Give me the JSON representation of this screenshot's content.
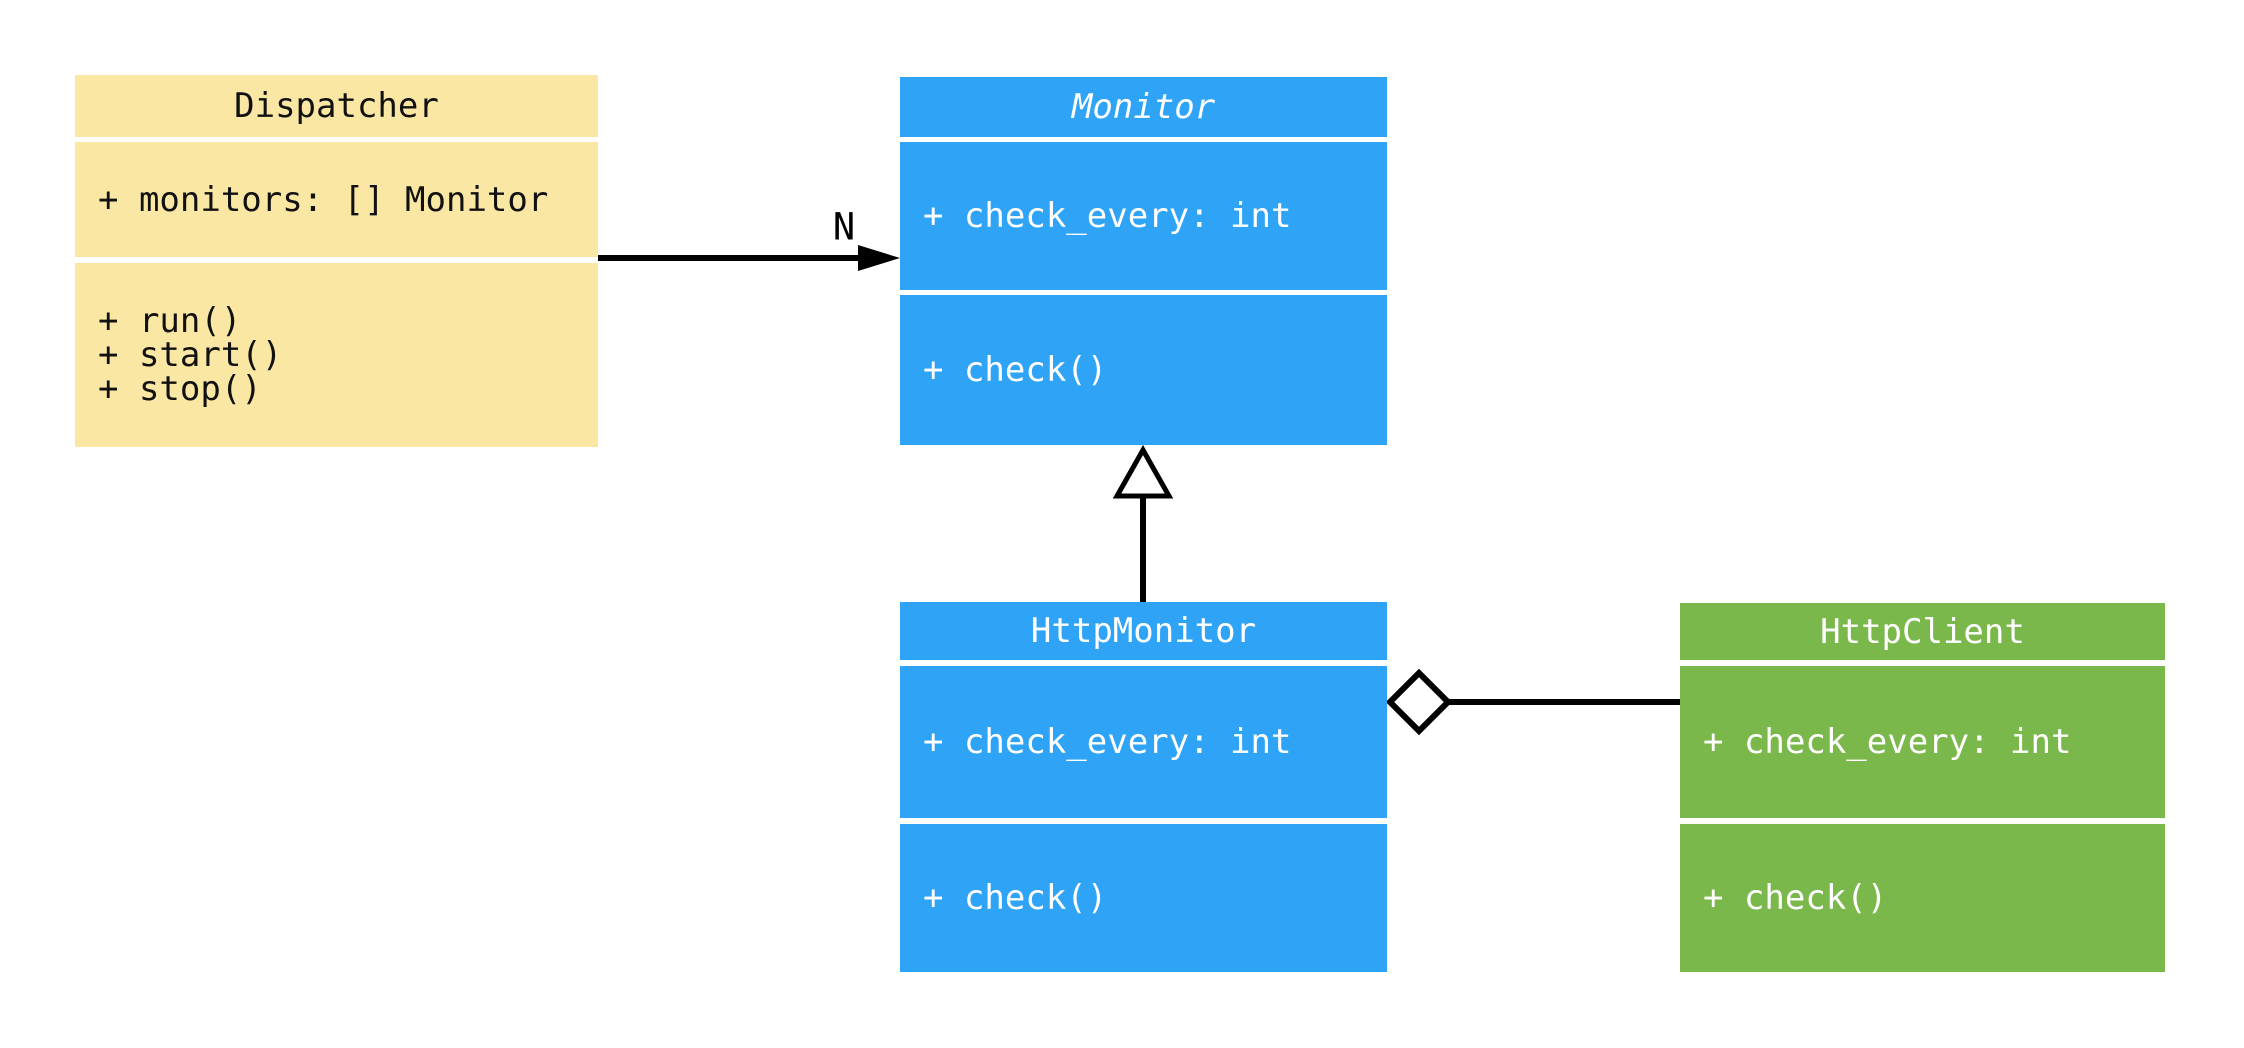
{
  "diagram": {
    "type": "uml-class-diagram",
    "background_color": "#ffffff",
    "edge_color": "#000000",
    "classes": [
      {
        "name": "Dispatcher",
        "abstract": false,
        "fill_color": "#FAE7A3",
        "text_color": "#111111",
        "attributes": [
          "+ monitors: [] Monitor"
        ],
        "methods": [
          "+ run()",
          "+ start()",
          "+ stop()"
        ]
      },
      {
        "name": "Monitor",
        "abstract": true,
        "fill_color": "#2FA4F7",
        "text_color": "#ffffff",
        "attributes": [
          "+ check_every: int"
        ],
        "methods": [
          "+ check()"
        ]
      },
      {
        "name": "HttpMonitor",
        "abstract": false,
        "fill_color": "#2FA4F7",
        "text_color": "#ffffff",
        "attributes": [
          "+ check_every: int"
        ],
        "methods": [
          "+ check()"
        ]
      },
      {
        "name": "HttpClient",
        "abstract": false,
        "fill_color": "#7BB84B",
        "text_color": "#ffffff",
        "attributes": [
          "+ check_every: int"
        ],
        "methods": [
          "+ check()"
        ]
      }
    ],
    "relationships": [
      {
        "type": "directed-association",
        "from": "Dispatcher",
        "to": "Monitor",
        "multiplicity_label": "N"
      },
      {
        "type": "inheritance",
        "from": "HttpMonitor",
        "to": "Monitor",
        "multiplicity_label": ""
      },
      {
        "type": "aggregation",
        "whole": "HttpMonitor",
        "part": "HttpClient",
        "multiplicity_label": ""
      }
    ]
  }
}
